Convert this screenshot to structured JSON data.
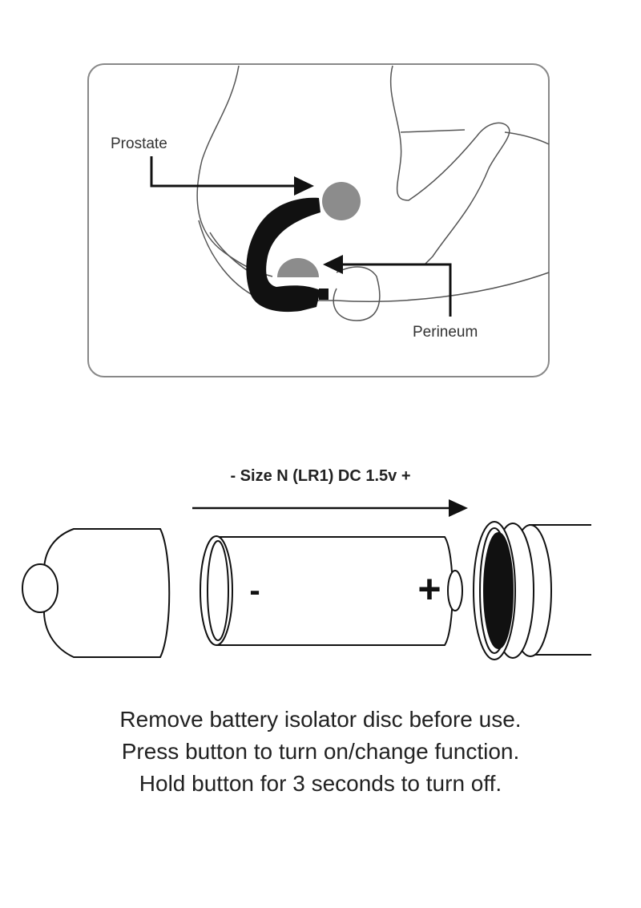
{
  "anatomy_diagram": {
    "labels": {
      "prostate": "Prostate",
      "perineum": "Perineum"
    },
    "colors": {
      "device": "#111111",
      "target": "#8c8c8c",
      "outline": "#555555"
    }
  },
  "battery_diagram": {
    "battery_spec": "- Size N (LR1) DC 1.5v +",
    "negative_symbol": "-",
    "positive_symbol": "+"
  },
  "instructions": [
    "Remove battery isolator disc before use.",
    "Press button to turn on/change function.",
    "Hold button for 3 seconds to turn off."
  ]
}
